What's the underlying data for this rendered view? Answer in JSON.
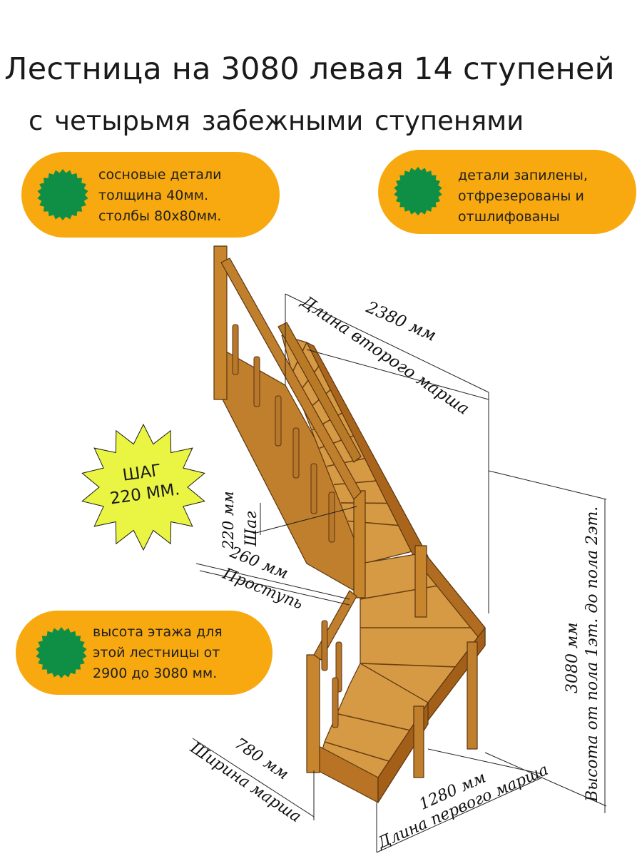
{
  "title": "Лестница на 3080 левая 14 ступеней",
  "subtitle": "с  четырьмя  забежными ступенями",
  "colors": {
    "accent_orange": "#f7a90f",
    "badge_green": "#0f8f46",
    "burst_yellow": "#e9f542",
    "wood": "#c8862c"
  },
  "info_pills": [
    {
      "icon": "green-seal-icon",
      "lines": [
        "сосновые детали",
        "толщина 40мм.",
        "столбы 80х80мм."
      ]
    },
    {
      "icon": "green-seal-icon",
      "lines": [
        "детали запилены,",
        "отфрезерованы и",
        "отшлифованы"
      ]
    },
    {
      "icon": "green-seal-icon",
      "lines": [
        "высота этажа для",
        "этой лестницы от",
        "2900 до 3080 мм."
      ]
    }
  ],
  "step_badge": {
    "lines": [
      "ШАГ",
      "220 ММ."
    ]
  },
  "dimensions": {
    "second_flight": {
      "value": "2380 мм",
      "label": "Длина второго марша"
    },
    "step_height": {
      "value": "220 мм",
      "label": "Шаг"
    },
    "tread": {
      "value": "260 мм",
      "label": "Проступь"
    },
    "flight_width": {
      "value": "780 мм",
      "label": "Ширина марша"
    },
    "first_flight": {
      "value": "1280 мм",
      "label": "Длина первого марша"
    },
    "floor_height": {
      "value": "3080 мм",
      "label": "Высота от пола 1эт. до пола 2эт."
    }
  }
}
